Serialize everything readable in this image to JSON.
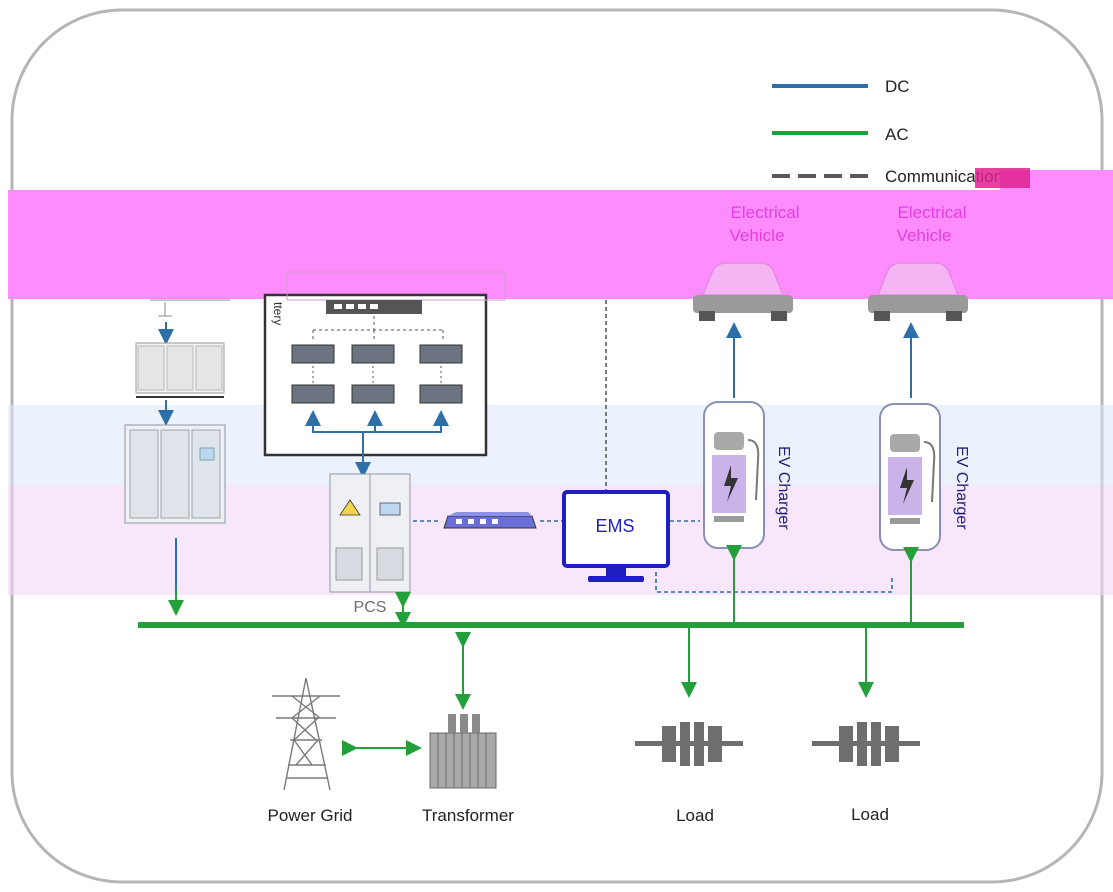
{
  "legend": {
    "dc": "DC",
    "ac": "AC",
    "communication": "Communication"
  },
  "colors": {
    "dc": "#2e6fa8",
    "ac": "#22a13a",
    "communication": "#5a5a5a",
    "magenta_overlay": "#ff33ff",
    "ems": "#1f1fbf",
    "ev_label": "#e040e0"
  },
  "labels": {
    "ev1": [
      "Electrical",
      "Vehicle"
    ],
    "ev2": [
      "Electrical",
      "Vehicle"
    ],
    "battery": "ttery",
    "pcs": "PCS",
    "ems": "EMS",
    "ev_charger_1": "EV Charger",
    "ev_charger_2": "EV Charger",
    "power_grid": "Power Grid",
    "transformer": "Transformer",
    "load_1": "Load",
    "load_2": "Load"
  }
}
